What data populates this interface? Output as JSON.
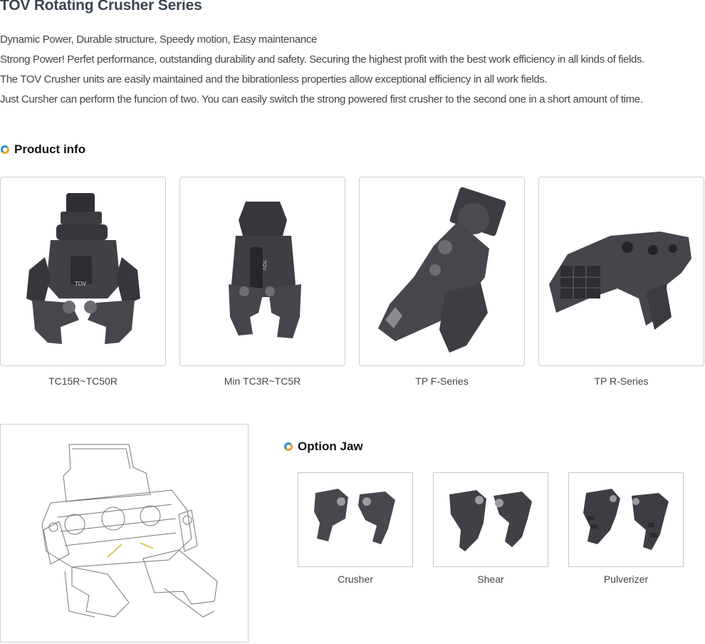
{
  "page": {
    "title": "TOV Rotating Crusher Series",
    "intro": [
      "Dynamic Power, Durable structure, Speedy motion, Easy maintenance",
      "Strong Power! Perfet performance, outstanding durability and safety. Securing the highest profit with the best work efficiency in all kinds of fields.",
      "The TOV Crusher units are easily maintained and the bibrationless properties allow exceptional efficiency in all work fields.",
      "Just Cursher can perform the funcion of two. You can easily switch the strong powered first crusher to the second one in a short amount of time."
    ]
  },
  "product_info": {
    "heading": "Product info",
    "products": [
      {
        "name": "TC15R~TC50R",
        "icon": "rotating-crusher-image"
      },
      {
        "name": "Min TC3R~TC5R",
        "icon": "mini-crusher-image"
      },
      {
        "name": "TP F-Series",
        "icon": "pulverizer-f-image"
      },
      {
        "name": "TP R-Series",
        "icon": "pulverizer-r-image"
      }
    ]
  },
  "option_jaw": {
    "heading": "Option Jaw",
    "jaws": [
      {
        "name": "Crusher",
        "icon": "crusher-jaw-image"
      },
      {
        "name": "Shear",
        "icon": "shear-jaw-image"
      },
      {
        "name": "Pulverizer",
        "icon": "pulverizer-jaw-image"
      }
    ]
  },
  "colors": {
    "title": "#3b4552",
    "accent_blue": "#2f8fd8",
    "accent_orange": "#f3a12a",
    "metal": "#3e4046"
  }
}
